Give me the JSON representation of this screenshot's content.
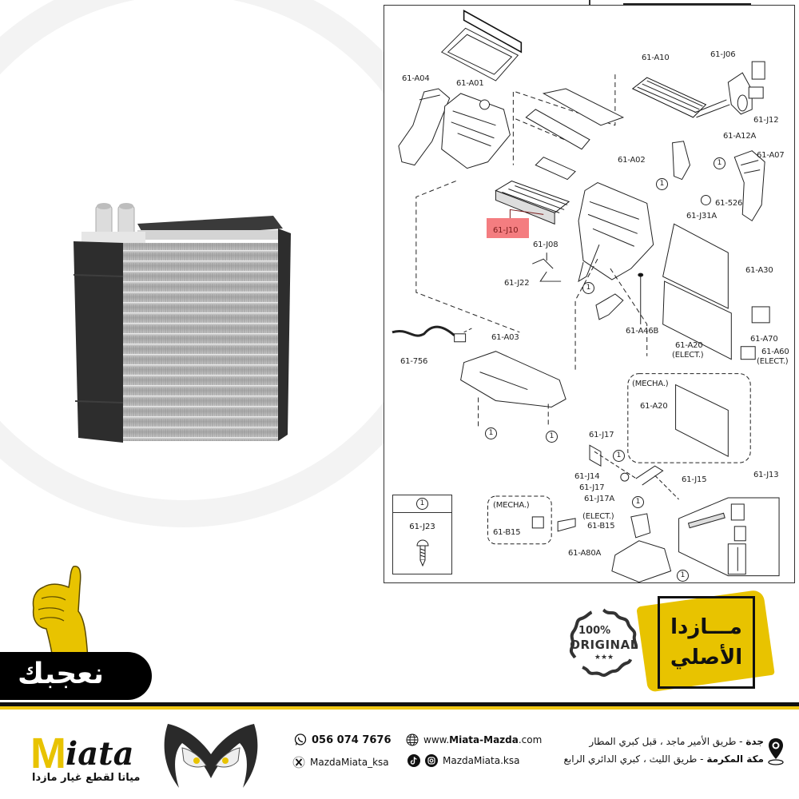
{
  "product": {
    "name": "evaporator-core-photo",
    "description": "A/C evaporator core with two inlet/outlet fittings"
  },
  "diagram": {
    "highlighted_part": "61-J10",
    "highlight_color": "#f47d80",
    "labels": [
      {
        "id": "a04",
        "text": "61-A04"
      },
      {
        "id": "a01",
        "text": "61-A01"
      },
      {
        "id": "a10",
        "text": "61-A10"
      },
      {
        "id": "j06",
        "text": "61-J06"
      },
      {
        "id": "j12",
        "text": "61-J12"
      },
      {
        "id": "a12a",
        "text": "61-A12A"
      },
      {
        "id": "a07",
        "text": "61-A07"
      },
      {
        "id": "a02",
        "text": "61-A02"
      },
      {
        "id": "s526",
        "text": "61-526"
      },
      {
        "id": "j31a",
        "text": "61-J31A"
      },
      {
        "id": "j10",
        "text": "61-J10"
      },
      {
        "id": "j08",
        "text": "61-J08"
      },
      {
        "id": "j22",
        "text": "61-J22"
      },
      {
        "id": "a30",
        "text": "61-A30"
      },
      {
        "id": "a46b",
        "text": "61-A46B"
      },
      {
        "id": "a70",
        "text": "61-A70"
      },
      {
        "id": "a20e",
        "text": "61-A20"
      },
      {
        "id": "a20e_sub",
        "text": "(ELECT.)"
      },
      {
        "id": "a60",
        "text": "61-A60"
      },
      {
        "id": "a60_sub",
        "text": "(ELECT.)"
      },
      {
        "id": "s756",
        "text": "61-756"
      },
      {
        "id": "a03",
        "text": "61-A03"
      },
      {
        "id": "mecha1",
        "text": "(MECHA.)"
      },
      {
        "id": "a20m",
        "text": "61-A20"
      },
      {
        "id": "j17a_top",
        "text": "61-J17"
      },
      {
        "id": "j14",
        "text": "61-J14"
      },
      {
        "id": "j17b",
        "text": "61-J17"
      },
      {
        "id": "j17a",
        "text": "61-J17A"
      },
      {
        "id": "j15",
        "text": "61-J15"
      },
      {
        "id": "j13",
        "text": "61-J13"
      },
      {
        "id": "mecha2",
        "text": "(MECHA.)"
      },
      {
        "id": "b15m",
        "text": "61-B15"
      },
      {
        "id": "elect3",
        "text": "(ELECT.)"
      },
      {
        "id": "b15e",
        "text": "61-B15"
      },
      {
        "id": "a80a",
        "text": "61-A80A"
      }
    ],
    "callout_marker": "1",
    "legend": {
      "marker": "1",
      "part": "61-J23"
    }
  },
  "badges": {
    "like": {
      "text": "نعجبك",
      "color": "#000000",
      "thumb_color": "#e8c300"
    },
    "original_seal": {
      "percent": "100%",
      "word": "ORIGINAL",
      "stars": "★★★"
    },
    "mazda_original": {
      "line1": "مـــازدا",
      "line2": "الأصلي",
      "color": "#e8c300"
    }
  },
  "footer": {
    "divider_colors": [
      "#111111",
      "#f0c814"
    ],
    "brand": {
      "initial": "M",
      "rest": "iata",
      "tagline": "مياتا لقطع غيار مازدا",
      "accent": "#e8c300"
    },
    "phone": "056 074 7676",
    "website_prefix": "www.",
    "website_bold": "Miata-Mazda",
    "website_suffix": ".com",
    "x_handle": "MazdaMiata_ksa",
    "social_handle": "MazdaMiata.ksa",
    "addresses": [
      {
        "city": "جدة",
        "detail": " - طريق الأمير ماجد ، قبل كبري المطار"
      },
      {
        "city": "مكة المكرمة",
        "detail": " - طريق الليث ، كبري الدائري الرابع"
      }
    ]
  }
}
